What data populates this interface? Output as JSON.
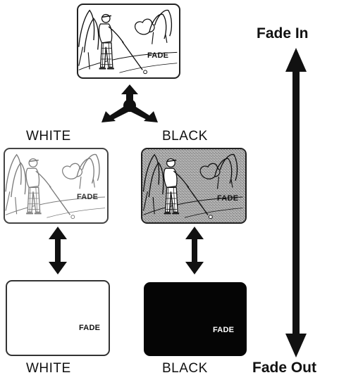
{
  "panels": {
    "top": {
      "fade_text": "FADE"
    },
    "mid_white": {
      "fade_text": "FADE"
    },
    "mid_black": {
      "fade_text": "FADE"
    },
    "bottom_white": {
      "fade_text": "FADE"
    },
    "bottom_black": {
      "fade_text": "FADE"
    }
  },
  "captions": {
    "mid_white": "WHITE",
    "mid_black": "BLACK",
    "bottom_white": "WHITE",
    "bottom_black": "BLACK"
  },
  "side": {
    "fade_in": "Fade In",
    "fade_out": "Fade Out"
  },
  "colors": {
    "ink": "#111111",
    "gray_panel": "#9a9a9a",
    "black_panel": "#050505"
  }
}
